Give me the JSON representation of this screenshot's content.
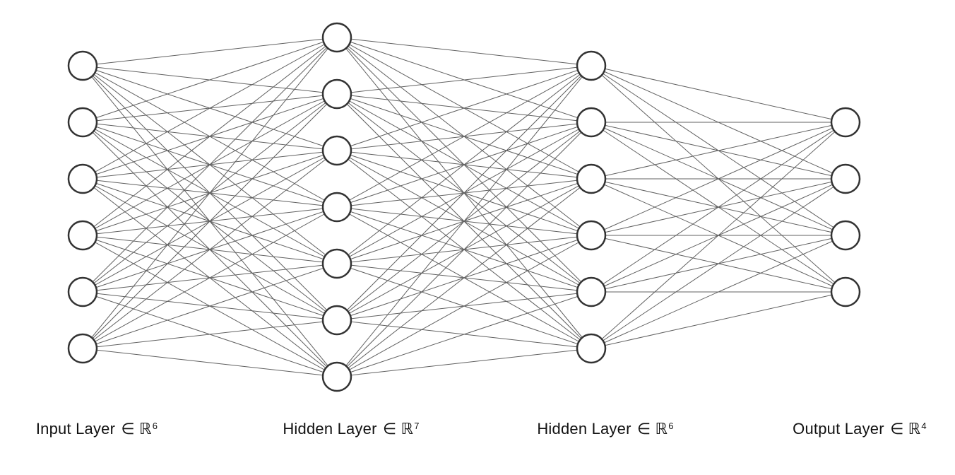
{
  "diagram": {
    "type": "fully-connected-neural-network",
    "layers": [
      {
        "id": "input-layer",
        "label": "Input Layer",
        "set_symbol": "∈ ℝ",
        "dim": "6",
        "nodes": 6
      },
      {
        "id": "hidden-layer-1",
        "label": "Hidden Layer",
        "set_symbol": "∈ ℝ",
        "dim": "7",
        "nodes": 7
      },
      {
        "id": "hidden-layer-2",
        "label": "Hidden Layer",
        "set_symbol": "∈ ℝ",
        "dim": "6",
        "nodes": 6
      },
      {
        "id": "output-layer",
        "label": "Output Layer",
        "set_symbol": "∈ ℝ",
        "dim": "4",
        "nodes": 4
      }
    ],
    "connectivity": "fully-connected",
    "colors": {
      "background": "#ffffff",
      "node_fill": "#ffffff",
      "node_stroke": "#333333",
      "edge": "#606060",
      "label": "#111111"
    }
  }
}
